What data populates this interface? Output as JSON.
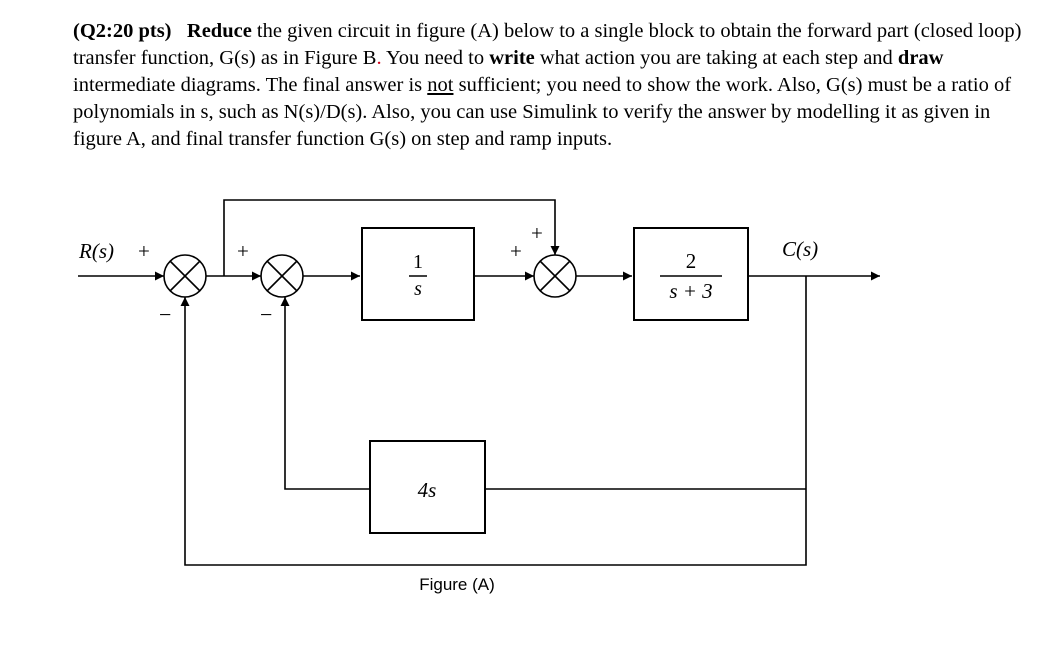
{
  "question": {
    "label": "(Q2:20 pts)",
    "bold_reduce": "Reduce",
    "text1": " the given circuit in figure (A) below to a single block to obtain the forward part (closed loop) transfer function, G(s) as in Figure B",
    "period_red": ".",
    "text2": " You need to ",
    "bold_write": "write",
    "text3": " what action you are taking at each step and ",
    "bold_draw": "draw",
    "text4": " intermediate diagrams. The final answer is ",
    "underline_not": "not",
    "text5": " sufficient; you need to show the work. Also, G(s) must be a ratio of polynomials in s, such as N(s)/D(s). Also, you can use Simulink to verify the answer by modelling it as given in figure A, and final transfer function G(s) on step and ramp inputs."
  },
  "diagram": {
    "input_label": "R(s)",
    "output_label": "C(s)",
    "integrator_num": "1",
    "integrator_den": "s",
    "plant_num": "2",
    "plant_den": "s + 3",
    "feedback_block": "4s",
    "sum1_plus": "+",
    "sum1_minus": "−",
    "sum2_plus": "+",
    "sum2_minus": "−",
    "sum3_plus_left": "+",
    "sum3_plus_top": "+",
    "caption": "Figure (A)"
  }
}
